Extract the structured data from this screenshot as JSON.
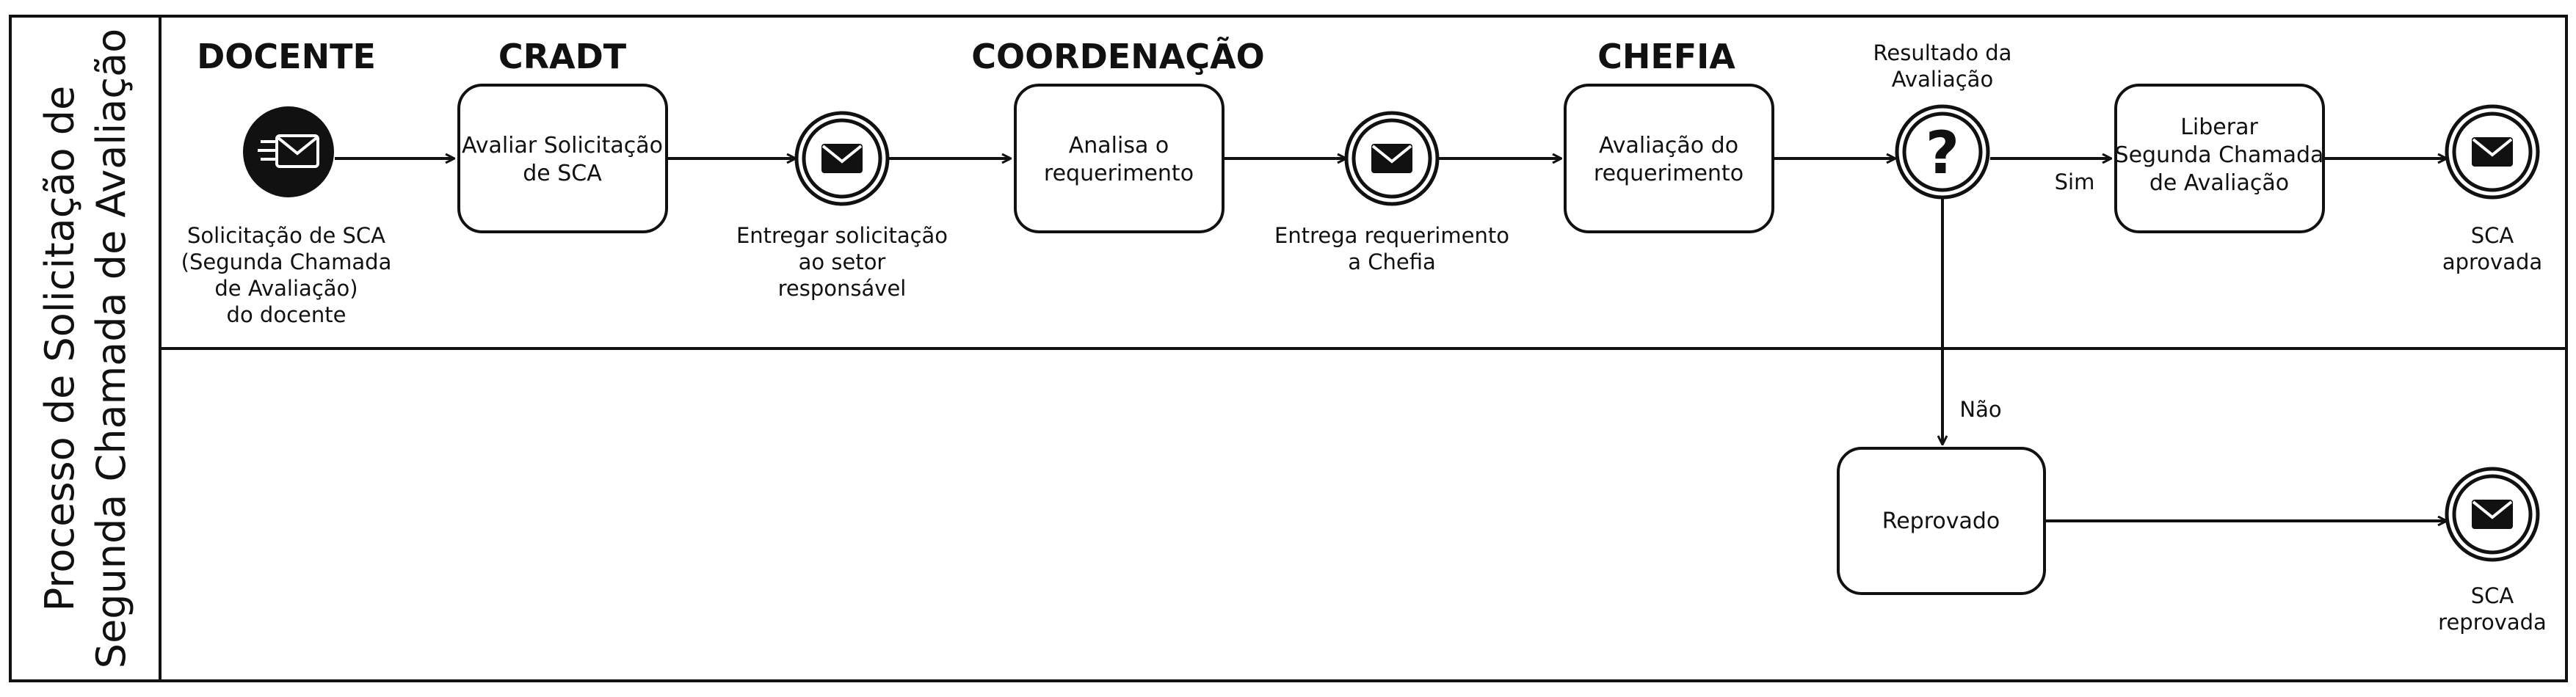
{
  "pool": {
    "title_line1": "Processo de Solicitação de",
    "title_line2": "Segunda Chamada de Avaliação"
  },
  "headers": {
    "docente": "DOCENTE",
    "cradt": "CRADT",
    "coordenacao": "COORDENAÇÃO",
    "chefia": "CHEFIA"
  },
  "start_event": {
    "icon": "message-start-icon",
    "label": [
      "Solicitação de SCA",
      "(Segunda Chamada",
      "de Avaliação)",
      "do docente"
    ]
  },
  "tasks": {
    "avaliar": [
      "Avaliar Solicitação",
      "de SCA"
    ],
    "analisa": [
      "Analisa o",
      "requerimento"
    ],
    "avaliacao": [
      "Avaliação do",
      "requerimento"
    ],
    "liberar": [
      "Liberar",
      "Segunda Chamada",
      "de Avaliação"
    ],
    "reprovado": [
      "Reprovado"
    ]
  },
  "events": {
    "entregar": [
      "Entregar solicitação",
      "ao setor",
      "responsável"
    ],
    "entrega_chefia": [
      "Entrega requerimento",
      "a Chefia"
    ],
    "sca_aprovada": [
      "SCA",
      "aprovada"
    ],
    "sca_reprovada": [
      "SCA",
      "reprovada"
    ]
  },
  "gateway": {
    "symbol": "?",
    "label": [
      "Resultado da",
      "Avaliação"
    ],
    "yes": "Sim",
    "no": "Não"
  },
  "colors": {
    "stroke": "#111111",
    "background": "#ffffff"
  }
}
